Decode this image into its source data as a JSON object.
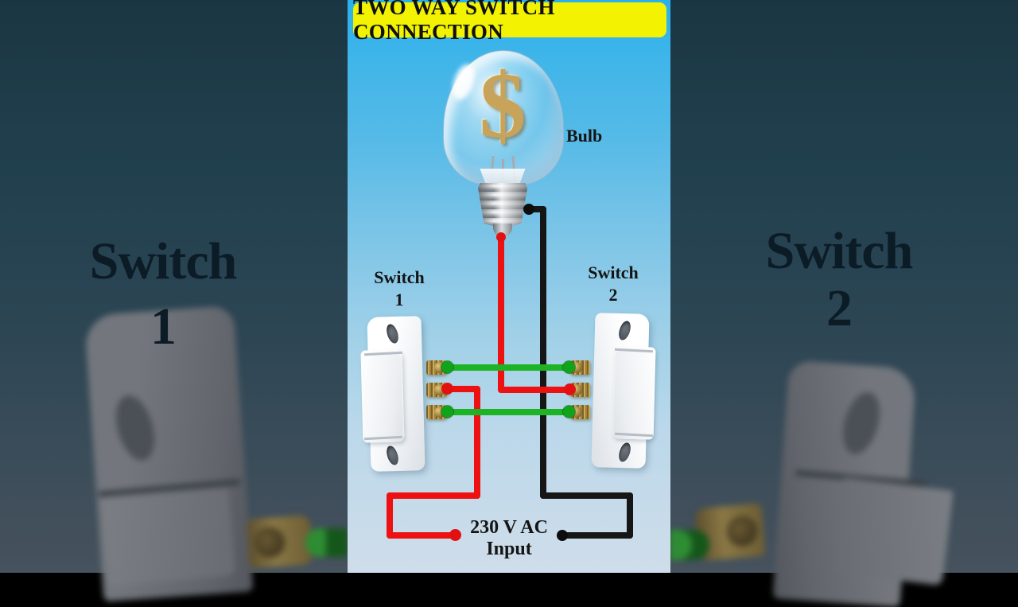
{
  "banner": {
    "title": "TWO WAY SWITCH CONNECTION"
  },
  "bulb": {
    "label": "Bulb",
    "filament_symbol": "$"
  },
  "switch1": {
    "label_line1": "Switch",
    "label_line2": "1"
  },
  "switch2": {
    "label_line1": "Switch",
    "label_line2": "2"
  },
  "power": {
    "label_line1": "230 V AC",
    "label_line2": "Input"
  },
  "side_panels": {
    "left": {
      "label_line1": "Switch",
      "label_line2": "1"
    },
    "right": {
      "label_line1": "Switch",
      "label_line2": "2"
    }
  },
  "wiring": {
    "wires": [
      {
        "id": "live-black",
        "color": "#161616",
        "from": "bulb-base-side",
        "to": "230v-input-right-end"
      },
      {
        "id": "bulb-red",
        "color": "#EE1111",
        "from": "bulb-base-tip",
        "to": "switch2-middle-terminal"
      },
      {
        "id": "switch1-red",
        "color": "#EE1111",
        "from": "switch1-middle-terminal",
        "to": "230v-input-left-end"
      },
      {
        "id": "traveller-green-top",
        "color": "#1CB324",
        "from": "switch1-top-terminal",
        "to": "switch2-top-terminal"
      },
      {
        "id": "traveller-green-bottom",
        "color": "#1CB324",
        "from": "switch1-bottom-terminal",
        "to": "switch2-bottom-terminal"
      }
    ]
  },
  "colors": {
    "banner_bg": "#F2F201",
    "banner_text": "#101010",
    "panel_bg_top": "#29B1EB",
    "panel_bg_bottom": "#CFDDEA",
    "side_bg_top": "#1B3643",
    "side_bg_bottom": "#46525D",
    "side_text": "#0C1C27",
    "label_text": "#141414",
    "wire_red": "#EE1111",
    "wire_green": "#1CB324",
    "wire_black": "#161616",
    "brass_light": "#CAA858",
    "brass_dark": "#7C6128",
    "dollar_gold": "#C7A459"
  }
}
